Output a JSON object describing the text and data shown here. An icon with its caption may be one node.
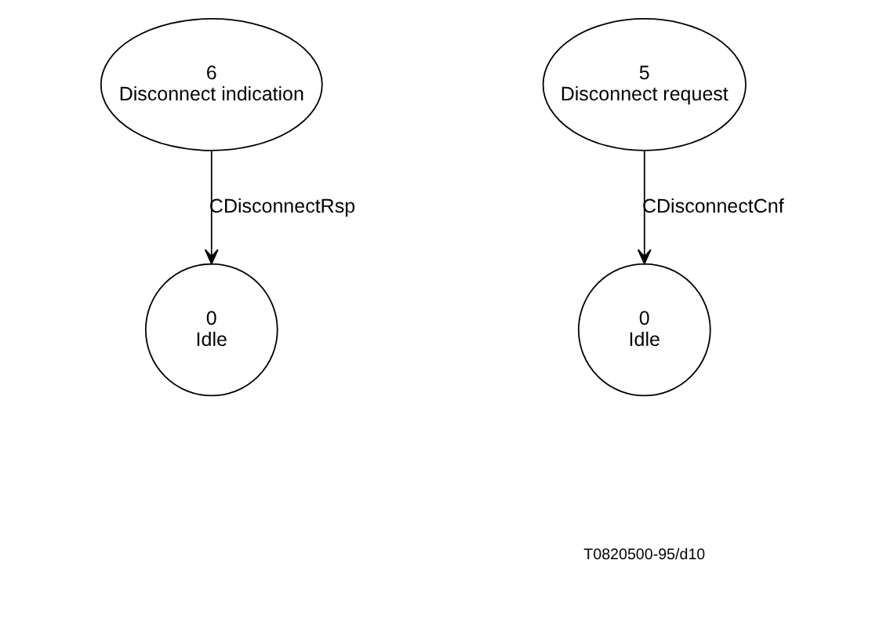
{
  "diagram": {
    "nodes": [
      {
        "text": [
          "6",
          "Disconnect indication"
        ]
      },
      {
        "text": [
          "5",
          "Disconnect request"
        ]
      },
      {
        "text": [
          "0",
          "Idle"
        ]
      },
      {
        "text": [
          "0",
          "Idle"
        ]
      }
    ],
    "edges": [
      {
        "from": 0,
        "to": 2,
        "arrow": "to",
        "label": "CDisconnectRsp"
      },
      {
        "from": 1,
        "to": 3,
        "arrow": "to",
        "label": "CDisconnectCnf"
      }
    ],
    "labels": [
      "T0820500-95/d10"
    ]
  }
}
